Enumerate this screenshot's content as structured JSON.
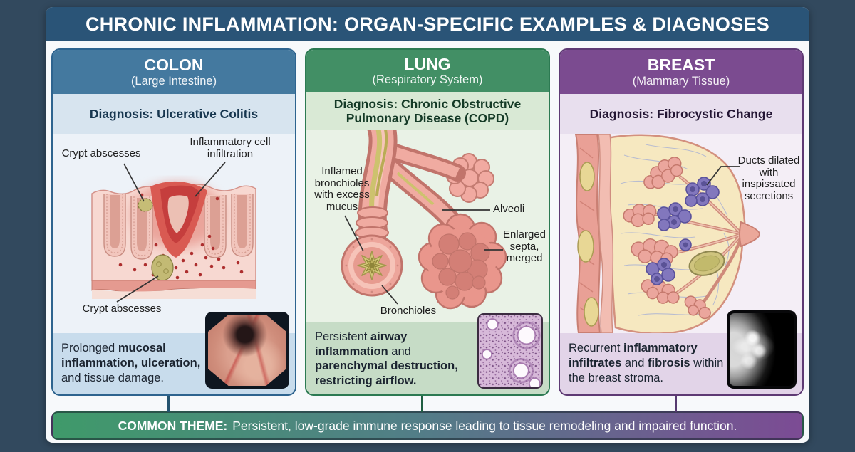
{
  "title": "CHRONIC INFLAMMATION: ORGAN-SPECIFIC EXAMPLES & DIAGNOSES",
  "panels": [
    {
      "organ": "COLON",
      "system": "(Large Intestine)",
      "diagnosis": "Diagnosis: Ulcerative Colitis",
      "labels": [
        "Crypt abscesses",
        "Inflammatory cell infiltration",
        "Crypt abscesses"
      ],
      "description": [
        {
          "t": "Prolonged ",
          "b": false
        },
        {
          "t": "mucosal inflammation, ulceration,",
          "b": true
        },
        {
          "t": " and tissue damage.",
          "b": false
        }
      ],
      "inset": "colonoscopy-photo",
      "accent": "#44799f"
    },
    {
      "organ": "LUNG",
      "system": "(Respiratory System)",
      "diagnosis": "Diagnosis: Chronic Obstructive Pulmonary Disease (COPD)",
      "labels": [
        "Inflamed bronchioles with excess mucus",
        "Alveoli",
        "Enlarged septa, merged",
        "Bronchioles"
      ],
      "description": [
        {
          "t": "Persistent ",
          "b": false
        },
        {
          "t": "airway inflammation",
          "b": true
        },
        {
          "t": " and ",
          "b": false
        },
        {
          "t": "parenchymal destruction, restricting airflow.",
          "b": true
        }
      ],
      "inset": "histology-photo",
      "accent": "#428f65"
    },
    {
      "organ": "BREAST",
      "system": "(Mammary Tissue)",
      "diagnosis": "Diagnosis: Fibrocystic Change",
      "labels": [
        "Ducts dilated with inspissated secretions"
      ],
      "description": [
        {
          "t": "Recurrent ",
          "b": false
        },
        {
          "t": "inflammatory infiltrates",
          "b": true
        },
        {
          "t": " and ",
          "b": false
        },
        {
          "t": "fibrosis",
          "b": true
        },
        {
          "t": " within the breast stroma.",
          "b": false
        }
      ],
      "inset": "mammogram-photo",
      "accent": "#7b4b90"
    }
  ],
  "common_theme": {
    "label": "COMMON THEME:",
    "text": "Persistent, low-grade immune response leading to tissue remodeling and impaired function."
  },
  "colors": {
    "background": "#32495e",
    "title_bar": "#2a5477",
    "colon_accent": "#44799f",
    "lung_accent": "#428f65",
    "breast_accent": "#7b4b90",
    "theme_gradient_left": "#3f9a6a",
    "theme_gradient_right": "#7c4b94"
  }
}
